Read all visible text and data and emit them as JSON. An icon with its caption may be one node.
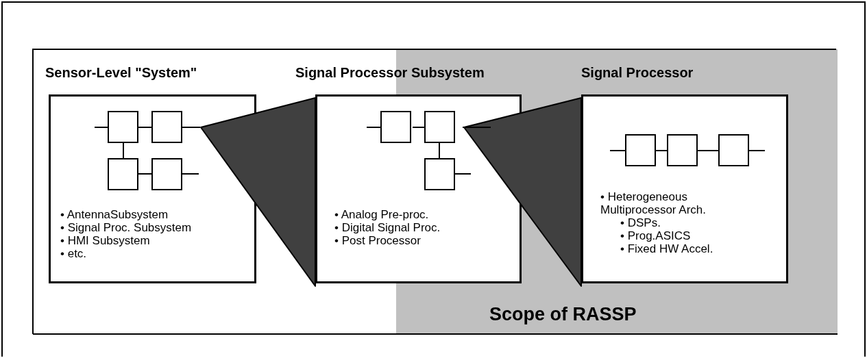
{
  "diagram": {
    "nodes": [
      {
        "text": [
          "Sensor-Level \"System\"",
          "• AntennaSubsystem",
          "• Signal Proc. Subsystem",
          "• HMI Subsystem",
          "• etc."
        ]
      },
      {
        "text": [
          "Scope of RASSP"
        ]
      },
      {
        "text": [
          "Signal Processor Subsystem",
          "• Analog Pre-proc.",
          "• Digital Signal Proc.",
          "• Post Processor"
        ]
      },
      {
        "text": [
          "Signal Processor",
          "• Heterogeneous Multiprocessor Arch.",
          "• DSPs.",
          "• Prog.ASICS",
          "• Fixed HW Accel."
        ],
        "in": 1
      }
    ]
  }
}
